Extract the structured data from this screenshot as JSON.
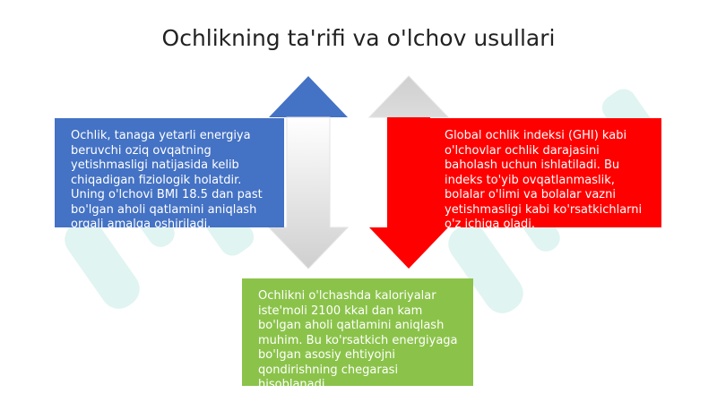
{
  "title": "Ochlikning ta'rifi va o'lchov usullari",
  "boxes": {
    "left": "Ochlik, tanaga yetarli energiya beruvchi oziq ovqatning yetishmasligi natijasida kelib chiqadigan fiziologik holatdir. Uning o'lchovi BMI 18.5 dan past bo'lgan aholi qatlamini aniqlash orqali amalga oshiriladi.",
    "right": "Global ochlik indeksi (GHI) kabi o'lchovlar ochlik darajasini baholash uchun ishlatiladi. Bu indeks to'yib ovqatlanmaslik, bolalar o'limi va bolalar vazni yetishmasligi kabi ko'rsatkichlarni o'z ichiga oladi.",
    "bottom": "Ochlikni o'lchashda kaloriyalar iste'moli 2100 kkal dan kam bo'lgan aholi qatlamini aniqlash muhim. Bu ko'rsatkich energiyaga bo'lgan asosiy ehtiyojni qondirishning chegarasi hisoblanadi."
  },
  "colors": {
    "blue": "#4472c4",
    "red": "#ff0000",
    "green": "#8bc34a",
    "white_arrow_fill": "#ffffff",
    "white_arrow_edge": "#d9d9d9",
    "watermark": "#2bb5a0"
  },
  "arrows": [
    {
      "name": "arrow-up-blue",
      "direction": "up",
      "color": "blue"
    },
    {
      "name": "arrow-down-white",
      "direction": "down",
      "color": "white"
    },
    {
      "name": "arrow-up-white",
      "direction": "up",
      "color": "white"
    },
    {
      "name": "arrow-down-red",
      "direction": "down",
      "color": "red"
    }
  ]
}
